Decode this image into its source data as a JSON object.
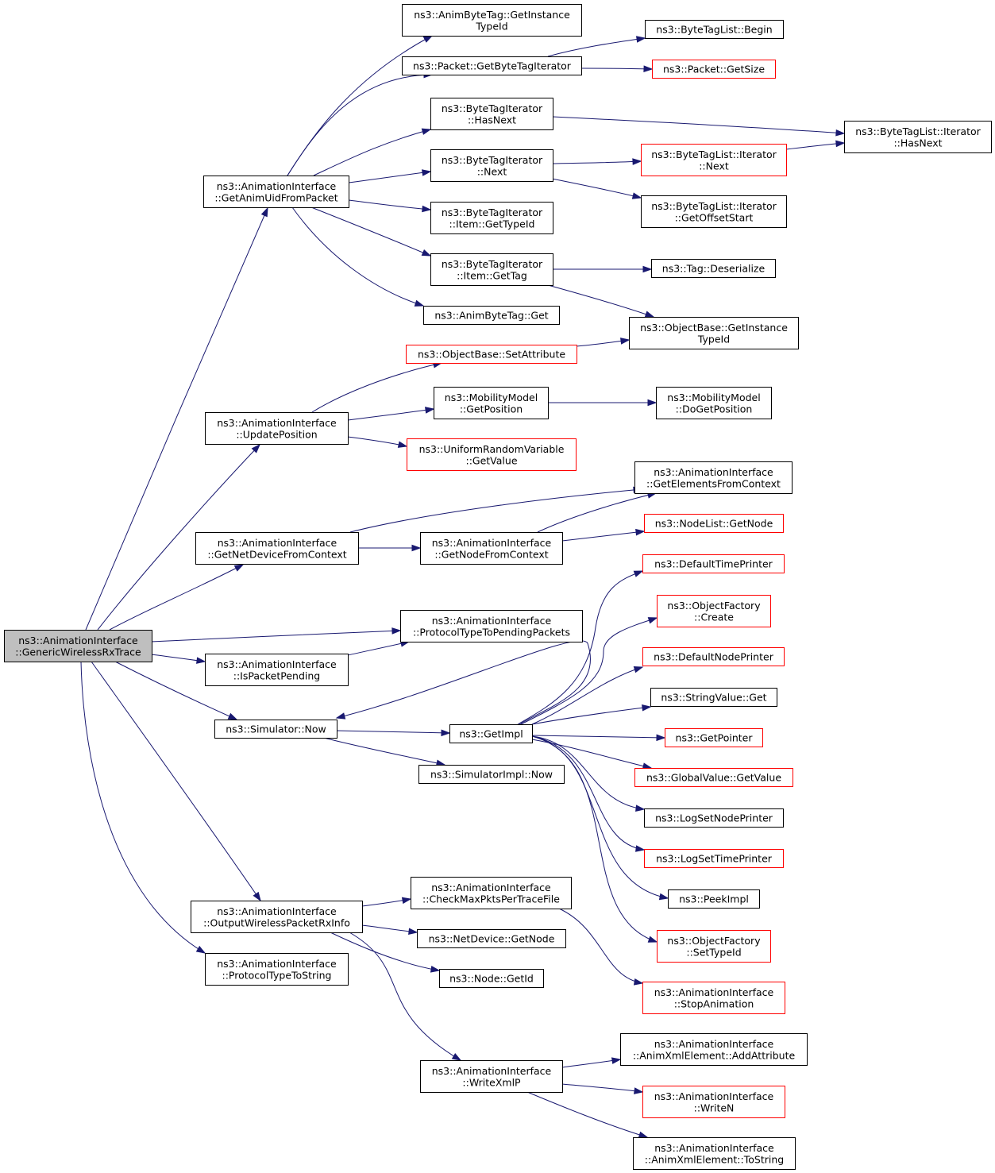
{
  "nodes": [
    {
      "id": "root",
      "lines": [
        "ns3::AnimationInterface",
        "::GenericWirelessRxTrace"
      ],
      "style": "root"
    },
    {
      "id": "getAnimUid",
      "lines": [
        "ns3::AnimationInterface",
        "::GetAnimUidFromPacket"
      ],
      "style": "normal"
    },
    {
      "id": "updatePos",
      "lines": [
        "ns3::AnimationInterface",
        "::UpdatePosition"
      ],
      "style": "normal"
    },
    {
      "id": "getNetDev",
      "lines": [
        "ns3::AnimationInterface",
        "::GetNetDeviceFromContext"
      ],
      "style": "normal"
    },
    {
      "id": "protoPending",
      "lines": [
        "ns3::AnimationInterface",
        "::ProtocolTypeToPendingPackets"
      ],
      "style": "normal"
    },
    {
      "id": "isPending",
      "lines": [
        "ns3::AnimationInterface",
        "::IsPacketPending"
      ],
      "style": "normal"
    },
    {
      "id": "simNow",
      "lines": [
        "ns3::Simulator::Now"
      ],
      "style": "normal"
    },
    {
      "id": "outWireless",
      "lines": [
        "ns3::AnimationInterface",
        "::OutputWirelessPacketRxInfo"
      ],
      "style": "normal"
    },
    {
      "id": "protoToString",
      "lines": [
        "ns3::AnimationInterface",
        "::ProtocolTypeToString"
      ],
      "style": "normal"
    },
    {
      "id": "animTagTypeId",
      "lines": [
        "ns3::AnimByteTag::GetInstance",
        "TypeId"
      ],
      "style": "normal"
    },
    {
      "id": "pktGetBTI",
      "lines": [
        "ns3::Packet::GetByteTagIterator"
      ],
      "style": "normal"
    },
    {
      "id": "btiHasNext",
      "lines": [
        "ns3::ByteTagIterator",
        "::HasNext"
      ],
      "style": "normal"
    },
    {
      "id": "btiNext",
      "lines": [
        "ns3::ByteTagIterator",
        "::Next"
      ],
      "style": "normal"
    },
    {
      "id": "btiItemTypeId",
      "lines": [
        "ns3::ByteTagIterator",
        "::Item::GetTypeId"
      ],
      "style": "normal"
    },
    {
      "id": "btiItemGetTag",
      "lines": [
        "ns3::ByteTagIterator",
        "::Item::GetTag"
      ],
      "style": "normal"
    },
    {
      "id": "animTagGet",
      "lines": [
        "ns3::AnimByteTag::Get"
      ],
      "style": "normal"
    },
    {
      "id": "objSetAttr",
      "lines": [
        "ns3::ObjectBase::SetAttribute"
      ],
      "style": "trunc"
    },
    {
      "id": "mobGetPos",
      "lines": [
        "ns3::MobilityModel",
        "::GetPosition"
      ],
      "style": "normal"
    },
    {
      "id": "urvGetValue",
      "lines": [
        "ns3::UniformRandomVariable",
        "::GetValue"
      ],
      "style": "trunc"
    },
    {
      "id": "getNodeCtx",
      "lines": [
        "ns3::AnimationInterface",
        "::GetNodeFromContext"
      ],
      "style": "normal"
    },
    {
      "id": "simGetImpl",
      "lines": [
        "ns3::GetImpl"
      ],
      "style": "normal"
    },
    {
      "id": "simImplNow",
      "lines": [
        "ns3::SimulatorImpl::Now"
      ],
      "style": "normal"
    },
    {
      "id": "checkMax",
      "lines": [
        "ns3::AnimationInterface",
        "::CheckMaxPktsPerTraceFile"
      ],
      "style": "normal"
    },
    {
      "id": "ndGetNode",
      "lines": [
        "ns3::NetDevice::GetNode"
      ],
      "style": "normal"
    },
    {
      "id": "nodeGetId",
      "lines": [
        "ns3::Node::GetId"
      ],
      "style": "normal"
    },
    {
      "id": "writeXmlP",
      "lines": [
        "ns3::AnimationInterface",
        "::WriteXmlP"
      ],
      "style": "normal"
    },
    {
      "id": "btlBegin",
      "lines": [
        "ns3::ByteTagList::Begin"
      ],
      "style": "normal"
    },
    {
      "id": "pktGetSize",
      "lines": [
        "ns3::Packet::GetSize"
      ],
      "style": "trunc"
    },
    {
      "id": "btlItHasNext",
      "lines": [
        "ns3::ByteTagList::Iterator",
        "::HasNext"
      ],
      "style": "normal"
    },
    {
      "id": "btlItNext",
      "lines": [
        "ns3::ByteTagList::Iterator",
        "::Next"
      ],
      "style": "trunc"
    },
    {
      "id": "btlItOffset",
      "lines": [
        "ns3::ByteTagList::Iterator",
        "::GetOffsetStart"
      ],
      "style": "normal"
    },
    {
      "id": "tagDeser",
      "lines": [
        "ns3::Tag::Deserialize"
      ],
      "style": "normal"
    },
    {
      "id": "objGetInstTypeId",
      "lines": [
        "ns3::ObjectBase::GetInstance",
        "TypeId"
      ],
      "style": "normal"
    },
    {
      "id": "mobDoGetPos",
      "lines": [
        "ns3::MobilityModel",
        "::DoGetPosition"
      ],
      "style": "normal"
    },
    {
      "id": "getElemCtx",
      "lines": [
        "ns3::AnimationInterface",
        "::GetElementsFromContext"
      ],
      "style": "normal"
    },
    {
      "id": "nodeListGetNode",
      "lines": [
        "ns3::NodeList::GetNode"
      ],
      "style": "trunc"
    },
    {
      "id": "defTimePrinter",
      "lines": [
        "ns3::DefaultTimePrinter"
      ],
      "style": "trunc"
    },
    {
      "id": "objFactCreate",
      "lines": [
        "ns3::ObjectFactory",
        "::Create"
      ],
      "style": "trunc"
    },
    {
      "id": "defNodePrinter",
      "lines": [
        "ns3::DefaultNodePrinter"
      ],
      "style": "trunc"
    },
    {
      "id": "strValGet",
      "lines": [
        "ns3::StringValue::Get"
      ],
      "style": "normal"
    },
    {
      "id": "getPointer",
      "lines": [
        "ns3::GetPointer"
      ],
      "style": "trunc"
    },
    {
      "id": "globalValGet",
      "lines": [
        "ns3::GlobalValue::GetValue"
      ],
      "style": "trunc"
    },
    {
      "id": "logSetNode",
      "lines": [
        "ns3::LogSetNodePrinter"
      ],
      "style": "normal"
    },
    {
      "id": "logSetTime",
      "lines": [
        "ns3::LogSetTimePrinter"
      ],
      "style": "trunc"
    },
    {
      "id": "peekImpl",
      "lines": [
        "ns3::PeekImpl"
      ],
      "style": "normal"
    },
    {
      "id": "objFactSetType",
      "lines": [
        "ns3::ObjectFactory",
        "::SetTypeId"
      ],
      "style": "trunc"
    },
    {
      "id": "stopAnim",
      "lines": [
        "ns3::AnimationInterface",
        "::StopAnimation"
      ],
      "style": "trunc"
    },
    {
      "id": "addAttr",
      "lines": [
        "ns3::AnimationInterface",
        "::AnimXmlElement::AddAttribute"
      ],
      "style": "normal"
    },
    {
      "id": "writeN",
      "lines": [
        "ns3::AnimationInterface",
        "::WriteN"
      ],
      "style": "trunc"
    },
    {
      "id": "toString",
      "lines": [
        "ns3::AnimationInterface",
        "::AnimXmlElement::ToString"
      ],
      "style": "normal"
    }
  ],
  "edges": [
    [
      "root",
      "getAnimUid"
    ],
    [
      "root",
      "updatePos"
    ],
    [
      "root",
      "getNetDev"
    ],
    [
      "root",
      "protoPending"
    ],
    [
      "root",
      "isPending"
    ],
    [
      "root",
      "simNow"
    ],
    [
      "root",
      "outWireless"
    ],
    [
      "root",
      "protoToString"
    ],
    [
      "getAnimUid",
      "animTagTypeId"
    ],
    [
      "getAnimUid",
      "pktGetBTI"
    ],
    [
      "getAnimUid",
      "btiHasNext"
    ],
    [
      "getAnimUid",
      "btiNext"
    ],
    [
      "getAnimUid",
      "btiItemTypeId"
    ],
    [
      "getAnimUid",
      "btiItemGetTag"
    ],
    [
      "getAnimUid",
      "animTagGet"
    ],
    [
      "pktGetBTI",
      "btlBegin"
    ],
    [
      "pktGetBTI",
      "pktGetSize"
    ],
    [
      "btiHasNext",
      "btlItHasNext"
    ],
    [
      "btiNext",
      "btlItNext"
    ],
    [
      "btiNext",
      "btlItOffset"
    ],
    [
      "btlItNext",
      "btlItHasNext"
    ],
    [
      "btiItemGetTag",
      "tagDeser"
    ],
    [
      "btiItemGetTag",
      "objGetInstTypeId"
    ],
    [
      "updatePos",
      "objSetAttr"
    ],
    [
      "updatePos",
      "mobGetPos"
    ],
    [
      "updatePos",
      "urvGetValue"
    ],
    [
      "objSetAttr",
      "objGetInstTypeId"
    ],
    [
      "mobGetPos",
      "mobDoGetPos"
    ],
    [
      "getNetDev",
      "getElemCtx"
    ],
    [
      "getNetDev",
      "getNodeCtx"
    ],
    [
      "getNodeCtx",
      "getElemCtx"
    ],
    [
      "getNodeCtx",
      "nodeListGetNode"
    ],
    [
      "isPending",
      "protoPending"
    ],
    [
      "simNow",
      "simGetImpl"
    ],
    [
      "simNow",
      "simImplNow"
    ],
    [
      "simGetImpl",
      "simNow"
    ],
    [
      "simGetImpl",
      "defTimePrinter"
    ],
    [
      "simGetImpl",
      "objFactCreate"
    ],
    [
      "simGetImpl",
      "defNodePrinter"
    ],
    [
      "simGetImpl",
      "strValGet"
    ],
    [
      "simGetImpl",
      "getPointer"
    ],
    [
      "simGetImpl",
      "globalValGet"
    ],
    [
      "simGetImpl",
      "logSetNode"
    ],
    [
      "simGetImpl",
      "logSetTime"
    ],
    [
      "simGetImpl",
      "peekImpl"
    ],
    [
      "simGetImpl",
      "objFactSetType"
    ],
    [
      "outWireless",
      "checkMax"
    ],
    [
      "outWireless",
      "ndGetNode"
    ],
    [
      "outWireless",
      "nodeGetId"
    ],
    [
      "outWireless",
      "writeXmlP"
    ],
    [
      "checkMax",
      "stopAnim"
    ],
    [
      "writeXmlP",
      "addAttr"
    ],
    [
      "writeXmlP",
      "writeN"
    ],
    [
      "writeXmlP",
      "toString"
    ]
  ]
}
